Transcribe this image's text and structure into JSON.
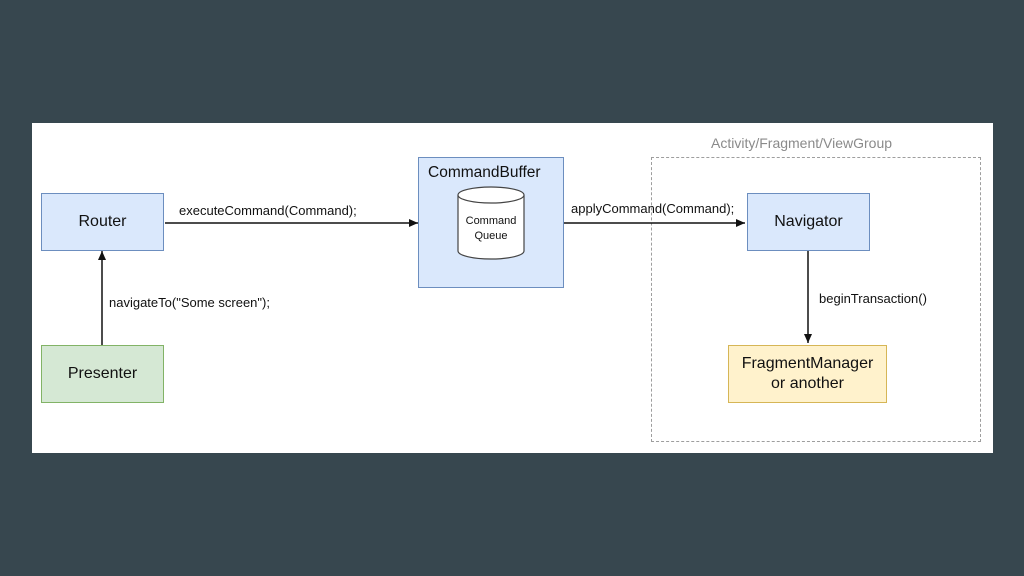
{
  "diagram": {
    "group_label": "Activity/Fragment/ViewGroup",
    "nodes": {
      "router": "Router",
      "presenter": "Presenter",
      "command_buffer": "CommandBuffer",
      "queue_line1": "Command",
      "queue_line2": "Queue",
      "navigator": "Navigator",
      "fragment_manager_line1": "FragmentManager",
      "fragment_manager_line2": "or another"
    },
    "edges": {
      "navigate": "navigateTo(\"Some screen\");",
      "execute": "executeCommand(Command);",
      "apply": "applyCommand(Command);",
      "begin": "beginTransaction()"
    },
    "colors": {
      "background": "#37474f",
      "blue_fill": "#dae8fc",
      "green_fill": "#d5e8d4",
      "yellow_fill": "#fff2cc",
      "orange_arrow": "#ff8c1a"
    }
  }
}
